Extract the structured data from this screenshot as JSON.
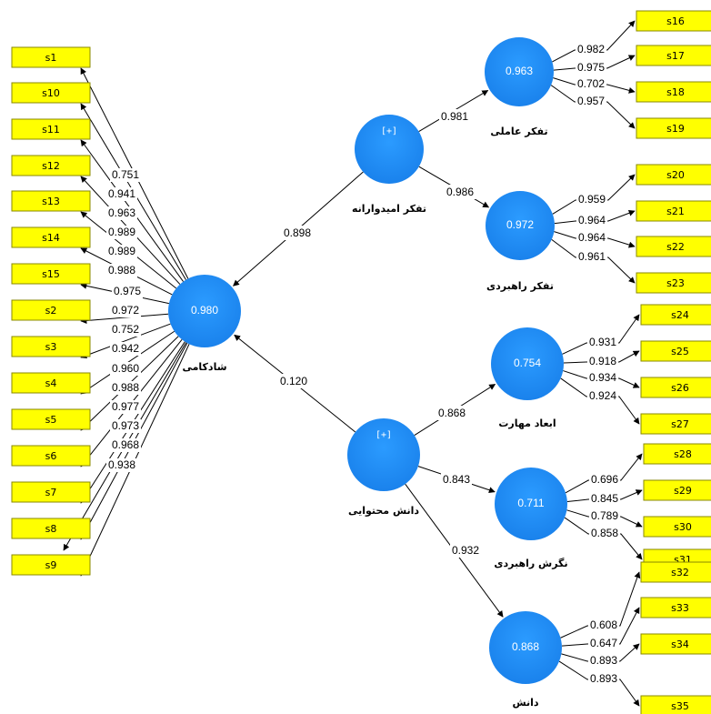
{
  "colors": {
    "latent_fill": "#1e90ff",
    "latent_fill_dark": "#1a78e0",
    "indicator_fill": "#ffff00",
    "indicator_border": "#8a8a00",
    "edge": "#000000"
  },
  "latents": [
    {
      "id": "shad",
      "label": "شادکامی",
      "value": "0.980",
      "plus": ""
    },
    {
      "id": "omid",
      "label": "تفکر امیدوارانه",
      "value": "",
      "plus": "[+]"
    },
    {
      "id": "amel",
      "label": "تفکر عاملی",
      "value": "0.963",
      "plus": ""
    },
    {
      "id": "rah",
      "label": "تفکر راهبردی",
      "value": "0.972",
      "plus": ""
    },
    {
      "id": "danesh_m",
      "label": "دانش محتوایی",
      "value": "",
      "plus": "[+]"
    },
    {
      "id": "abad",
      "label": "ابعاد مهارت",
      "value": "0.754",
      "plus": ""
    },
    {
      "id": "negar",
      "label": "نگرش راهبردی",
      "value": "0.711",
      "plus": ""
    },
    {
      "id": "danesh",
      "label": "دانش",
      "value": "0.868",
      "plus": ""
    }
  ],
  "indicators": [
    "s1",
    "s10",
    "s11",
    "s12",
    "s13",
    "s14",
    "s15",
    "s2",
    "s3",
    "s4",
    "s5",
    "s6",
    "s7",
    "s8",
    "s9",
    "s16",
    "s17",
    "s18",
    "s19",
    "s20",
    "s21",
    "s22",
    "s23",
    "s24",
    "s25",
    "s26",
    "s27",
    "s28",
    "s29",
    "s30",
    "s31",
    "s32",
    "s33",
    "s34",
    "s35"
  ],
  "structural_paths": [
    {
      "from": "omid",
      "to": "shad",
      "weight": "0.898"
    },
    {
      "from": "danesh_m",
      "to": "shad",
      "weight": "0.120"
    },
    {
      "from": "omid",
      "to": "amel",
      "weight": "0.981"
    },
    {
      "from": "omid",
      "to": "rah",
      "weight": "0.986"
    },
    {
      "from": "danesh_m",
      "to": "abad",
      "weight": "0.868"
    },
    {
      "from": "danesh_m",
      "to": "negar",
      "weight": "0.843"
    },
    {
      "from": "danesh_m",
      "to": "danesh",
      "weight": "0.932"
    }
  ],
  "loadings": [
    {
      "latent": "shad",
      "indicator": "s1",
      "weight": "0.751"
    },
    {
      "latent": "shad",
      "indicator": "s10",
      "weight": "0.941"
    },
    {
      "latent": "shad",
      "indicator": "s11",
      "weight": "0.963"
    },
    {
      "latent": "shad",
      "indicator": "s12",
      "weight": "0.989"
    },
    {
      "latent": "shad",
      "indicator": "s13",
      "weight": "0.989"
    },
    {
      "latent": "shad",
      "indicator": "s14",
      "weight": "0.988"
    },
    {
      "latent": "shad",
      "indicator": "s15",
      "weight": "0.975"
    },
    {
      "latent": "shad",
      "indicator": "s2",
      "weight": "0.972"
    },
    {
      "latent": "shad",
      "indicator": "s3",
      "weight": "0.752"
    },
    {
      "latent": "shad",
      "indicator": "s4",
      "weight": "0.942"
    },
    {
      "latent": "shad",
      "indicator": "s5",
      "weight": "0.960"
    },
    {
      "latent": "shad",
      "indicator": "s6",
      "weight": "0.988"
    },
    {
      "latent": "shad",
      "indicator": "s7",
      "weight": "0.977"
    },
    {
      "latent": "shad",
      "indicator": "s8",
      "weight": "0.973"
    },
    {
      "latent": "shad",
      "indicator": "s9",
      "weight": "0.968"
    },
    {
      "latent": "shad",
      "indicator": "",
      "weight": "0.938"
    },
    {
      "latent": "amel",
      "indicator": "s16",
      "weight": "0.982"
    },
    {
      "latent": "amel",
      "indicator": "s17",
      "weight": "0.975"
    },
    {
      "latent": "amel",
      "indicator": "s18",
      "weight": "0.702"
    },
    {
      "latent": "amel",
      "indicator": "s19",
      "weight": "0.957"
    },
    {
      "latent": "rah",
      "indicator": "s20",
      "weight": "0.959"
    },
    {
      "latent": "rah",
      "indicator": "s21",
      "weight": "0.964"
    },
    {
      "latent": "rah",
      "indicator": "s22",
      "weight": "0.964"
    },
    {
      "latent": "rah",
      "indicator": "s23",
      "weight": "0.961"
    },
    {
      "latent": "abad",
      "indicator": "s24",
      "weight": "0.931"
    },
    {
      "latent": "abad",
      "indicator": "s25",
      "weight": "0.918"
    },
    {
      "latent": "abad",
      "indicator": "s26",
      "weight": "0.934"
    },
    {
      "latent": "abad",
      "indicator": "s27",
      "weight": "0.924"
    },
    {
      "latent": "negar",
      "indicator": "s28",
      "weight": "0.696"
    },
    {
      "latent": "negar",
      "indicator": "s29",
      "weight": "0.845"
    },
    {
      "latent": "negar",
      "indicator": "s30",
      "weight": "0.789"
    },
    {
      "latent": "negar",
      "indicator": "s31",
      "weight": "0.858"
    },
    {
      "latent": "danesh",
      "indicator": "s32",
      "weight": "0.608"
    },
    {
      "latent": "danesh",
      "indicator": "s33",
      "weight": "0.647"
    },
    {
      "latent": "danesh",
      "indicator": "s34",
      "weight": "0.893"
    },
    {
      "latent": "danesh",
      "indicator": "s35",
      "weight": "0.893"
    }
  ]
}
